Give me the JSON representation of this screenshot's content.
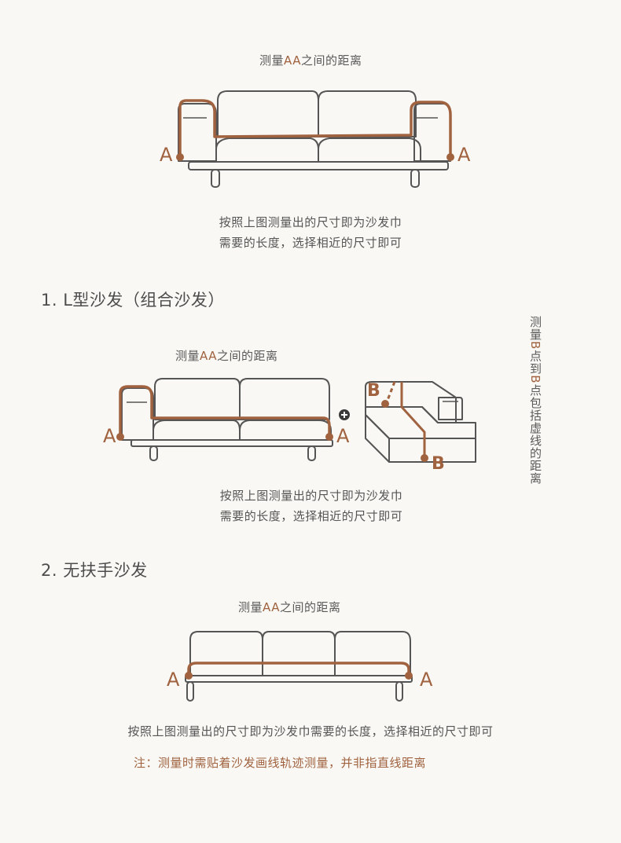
{
  "colors": {
    "background": "#f9f8f4",
    "accent": "#a0623f",
    "text": "#555555",
    "line": "#555555"
  },
  "section0": {
    "caption": {
      "prefix": "测量",
      "highlight": "AA",
      "suffix": "之间的距离"
    },
    "markers": {
      "left": "A",
      "right": "A"
    },
    "description": [
      "按照上图测量出的尺寸即为沙发巾",
      "需要的长度，选择相近的尺寸即可"
    ]
  },
  "section1": {
    "heading": "1. L型沙发（组合沙发）",
    "caption": {
      "prefix": "测量",
      "highlight": "AA",
      "suffix": "之间的距离"
    },
    "markers": {
      "left": "A",
      "right": "A",
      "b_top": "B",
      "b_bottom": "B"
    },
    "plus_icon": "plus-circle-icon",
    "side_note": {
      "p1": "测量",
      "b1": "B",
      "p2": "点到",
      "b2": "B",
      "p3": "点包括虚线的距离"
    },
    "description": [
      "按照上图测量出的尺寸即为沙发巾",
      "需要的长度，选择相近的尺寸即可"
    ]
  },
  "section2": {
    "heading": "2. 无扶手沙发",
    "caption": {
      "prefix": "测量",
      "highlight": "AA",
      "suffix": "之间的距离"
    },
    "markers": {
      "left": "A",
      "right": "A"
    },
    "description": "按照上图测量出的尺寸即为沙发巾需要的长度，选择相近的尺寸即可",
    "note": "注：测量时需贴着沙发画线轨迹测量，并非指直线距离"
  }
}
